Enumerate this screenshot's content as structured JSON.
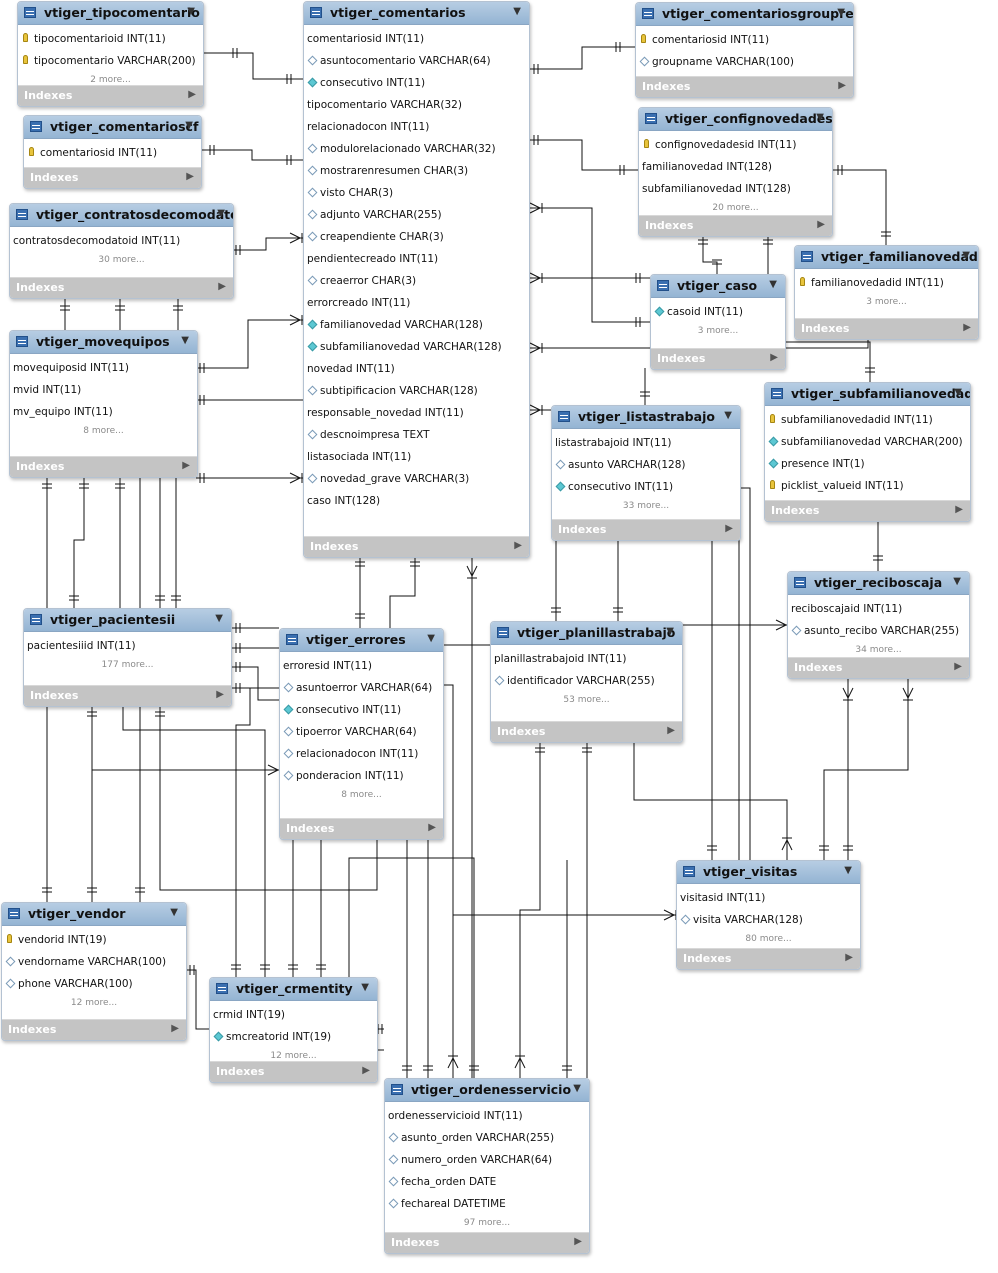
{
  "tables": [
    {
      "id": "tipocomentario",
      "name": "vtiger_tipocomentario",
      "columns": [
        {
          "icon": "key",
          "text": "tipocomentarioid INT(11)"
        },
        {
          "icon": "key",
          "text": "tipocomentario VARCHAR(200)"
        }
      ],
      "more": "2 more...",
      "indexes": "Indexes"
    },
    {
      "id": "comentarios",
      "name": "vtiger_comentarios",
      "columns": [
        {
          "icon": "none",
          "text": "comentariosid INT(11)"
        },
        {
          "icon": "diamond",
          "text": "asuntocomentario VARCHAR(64)"
        },
        {
          "icon": "diamond-filled",
          "text": "consecutivo INT(11)"
        },
        {
          "icon": "none",
          "text": "tipocomentario VARCHAR(32)"
        },
        {
          "icon": "none",
          "text": "relacionadocon INT(11)"
        },
        {
          "icon": "diamond",
          "text": "modulorelacionado VARCHAR(32)"
        },
        {
          "icon": "diamond",
          "text": "mostrarenresumen CHAR(3)"
        },
        {
          "icon": "diamond",
          "text": "visto CHAR(3)"
        },
        {
          "icon": "diamond",
          "text": "adjunto VARCHAR(255)"
        },
        {
          "icon": "diamond",
          "text": "creapendiente CHAR(3)"
        },
        {
          "icon": "none",
          "text": "pendientecreado INT(11)"
        },
        {
          "icon": "diamond",
          "text": "creaerror CHAR(3)"
        },
        {
          "icon": "none",
          "text": "errorcreado INT(11)"
        },
        {
          "icon": "diamond-filled",
          "text": "familianovedad VARCHAR(128)"
        },
        {
          "icon": "diamond-filled",
          "text": "subfamilianovedad VARCHAR(128)"
        },
        {
          "icon": "none",
          "text": "novedad INT(11)"
        },
        {
          "icon": "diamond",
          "text": "subtipificacion VARCHAR(128)"
        },
        {
          "icon": "none",
          "text": "responsable_novedad INT(11)"
        },
        {
          "icon": "diamond",
          "text": "descnoimpresa TEXT"
        },
        {
          "icon": "none",
          "text": "listasociada INT(11)"
        },
        {
          "icon": "diamond",
          "text": "novedad_grave VARCHAR(3)"
        },
        {
          "icon": "none",
          "text": "caso INT(128)"
        }
      ],
      "more": "",
      "indexes": "Indexes"
    },
    {
      "id": "comentariosgrouprel",
      "name": "vtiger_comentariosgrouprel",
      "columns": [
        {
          "icon": "key",
          "text": "comentariosid INT(11)"
        },
        {
          "icon": "diamond",
          "text": "groupname VARCHAR(100)"
        }
      ],
      "more": "",
      "indexes": "Indexes"
    },
    {
      "id": "comentarioscf",
      "name": "vtiger_comentarioscf",
      "columns": [
        {
          "icon": "key",
          "text": "comentariosid INT(11)"
        }
      ],
      "more": "",
      "indexes": "Indexes"
    },
    {
      "id": "confignovedades",
      "name": "vtiger_confignovedades",
      "columns": [
        {
          "icon": "key",
          "text": "confignovedadesid INT(11)"
        },
        {
          "icon": "none",
          "text": "familianovedad INT(128)"
        },
        {
          "icon": "none",
          "text": "subfamilianovedad INT(128)"
        }
      ],
      "more": "20 more...",
      "indexes": "Indexes"
    },
    {
      "id": "contratosdecomodato",
      "name": "vtiger_contratosdecomodato",
      "columns": [
        {
          "icon": "none",
          "text": "contratosdecomodatoid INT(11)"
        }
      ],
      "more": "30 more...",
      "indexes": "Indexes"
    },
    {
      "id": "familianovedad",
      "name": "vtiger_familianovedad",
      "columns": [
        {
          "icon": "key",
          "text": "familianovedadid INT(11)"
        }
      ],
      "more": "3 more...",
      "indexes": "Indexes"
    },
    {
      "id": "caso",
      "name": "vtiger_caso",
      "columns": [
        {
          "icon": "diamond-filled",
          "text": "casoid INT(11)"
        }
      ],
      "more": "3 more...",
      "indexes": "Indexes"
    },
    {
      "id": "movequipos",
      "name": "vtiger_movequipos",
      "columns": [
        {
          "icon": "none",
          "text": "movequiposid INT(11)"
        },
        {
          "icon": "none",
          "text": "mvid INT(11)"
        },
        {
          "icon": "none",
          "text": "mv_equipo INT(11)"
        }
      ],
      "more": "8 more...",
      "indexes": "Indexes"
    },
    {
      "id": "subfamilianovedad",
      "name": "vtiger_subfamilianovedad",
      "columns": [
        {
          "icon": "key",
          "text": "subfamilianovedadid INT(11)"
        },
        {
          "icon": "diamond-filled",
          "text": "subfamilianovedad VARCHAR(200)"
        },
        {
          "icon": "diamond-filled",
          "text": "presence INT(1)"
        },
        {
          "icon": "key",
          "text": "picklist_valueid INT(11)"
        }
      ],
      "more": "",
      "indexes": "Indexes"
    },
    {
      "id": "listastrabajo",
      "name": "vtiger_listastrabajo",
      "columns": [
        {
          "icon": "none",
          "text": "listastrabajoid INT(11)"
        },
        {
          "icon": "diamond",
          "text": "asunto VARCHAR(128)"
        },
        {
          "icon": "diamond-filled",
          "text": "consecutivo INT(11)"
        }
      ],
      "more": "33 more...",
      "indexes": "Indexes"
    },
    {
      "id": "reciboscaja",
      "name": "vtiger_reciboscaja",
      "columns": [
        {
          "icon": "none",
          "text": "reciboscajaid INT(11)"
        },
        {
          "icon": "diamond",
          "text": "asunto_recibo VARCHAR(255)"
        }
      ],
      "more": "34 more...",
      "indexes": "Indexes"
    },
    {
      "id": "pacientesii",
      "name": "vtiger_pacientesii",
      "columns": [
        {
          "icon": "none",
          "text": "pacientesiiid INT(11)"
        }
      ],
      "more": "177 more...",
      "indexes": "Indexes"
    },
    {
      "id": "errores",
      "name": "vtiger_errores",
      "columns": [
        {
          "icon": "none",
          "text": "erroresid INT(11)"
        },
        {
          "icon": "diamond",
          "text": "asuntoerror VARCHAR(64)"
        },
        {
          "icon": "diamond-filled",
          "text": "consecutivo INT(11)"
        },
        {
          "icon": "diamond",
          "text": "tipoerror VARCHAR(64)"
        },
        {
          "icon": "diamond",
          "text": "relacionadocon INT(11)"
        },
        {
          "icon": "diamond",
          "text": "ponderacion INT(11)"
        }
      ],
      "more": "8 more...",
      "indexes": "Indexes"
    },
    {
      "id": "planillastrabajo",
      "name": "vtiger_planillastrabajo",
      "columns": [
        {
          "icon": "none",
          "text": "planillastrabajoid INT(11)"
        },
        {
          "icon": "diamond",
          "text": "identificador VARCHAR(255)"
        }
      ],
      "more": "53 more...",
      "indexes": "Indexes"
    },
    {
      "id": "visitas",
      "name": "vtiger_visitas",
      "columns": [
        {
          "icon": "none",
          "text": "visitasid INT(11)"
        },
        {
          "icon": "diamond",
          "text": "visita VARCHAR(128)"
        }
      ],
      "more": "80 more...",
      "indexes": "Indexes"
    },
    {
      "id": "vendor",
      "name": "vtiger_vendor",
      "columns": [
        {
          "icon": "key",
          "text": "vendorid INT(19)"
        },
        {
          "icon": "diamond",
          "text": "vendorname VARCHAR(100)"
        },
        {
          "icon": "diamond",
          "text": "phone VARCHAR(100)"
        }
      ],
      "more": "12 more...",
      "indexes": "Indexes"
    },
    {
      "id": "crmentity",
      "name": "vtiger_crmentity",
      "columns": [
        {
          "icon": "none",
          "text": "crmid INT(19)"
        },
        {
          "icon": "diamond-filled",
          "text": "smcreatorid INT(19)"
        }
      ],
      "more": "12 more...",
      "indexes": "Indexes"
    },
    {
      "id": "ordenesservicio",
      "name": "vtiger_ordenesservicio",
      "columns": [
        {
          "icon": "none",
          "text": "ordenesservicioid INT(11)"
        },
        {
          "icon": "diamond",
          "text": "asunto_orden VARCHAR(255)"
        },
        {
          "icon": "diamond",
          "text": "numero_orden VARCHAR(64)"
        },
        {
          "icon": "diamond",
          "text": "fecha_orden DATE"
        },
        {
          "icon": "diamond",
          "text": "fechareal DATETIME"
        }
      ],
      "more": "97 more...",
      "indexes": "Indexes"
    }
  ]
}
